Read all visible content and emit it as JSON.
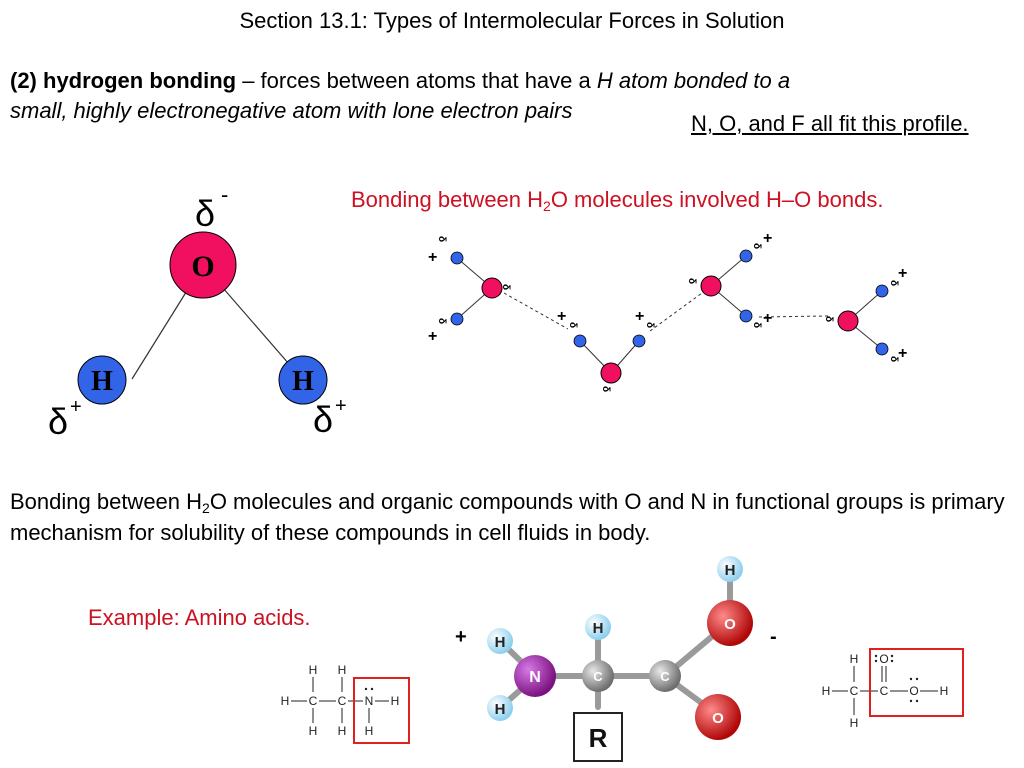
{
  "slide": {
    "title": "Section 13.1: Types of Intermolecular Forces in Solution",
    "definition": {
      "number": "(2) hydrogen bonding",
      "text": " – forces between atoms that have a ",
      "italic_line1": "H atom bonded to a",
      "italic_line2": "small, highly electronegative atom with lone electron pairs"
    },
    "profile_note": "N, O, and F all fit this profile.",
    "h2o_caption": {
      "pre": "Bonding between H",
      "sub": "2",
      "post": "O molecules involved H–O bonds."
    },
    "water_molecule": {
      "delta_minus": "δ",
      "minus_sign": "-",
      "delta_plus": "δ",
      "plus_sign": "+",
      "oxygen_label": "O",
      "hydrogen_label": "H"
    },
    "network": {
      "plus": "+",
      "delta": "δ"
    },
    "solubility": {
      "pre": "Bonding between H",
      "sub": "2",
      "post": "O molecules and organic compounds with O and N in functional groups is primary mechanism for solubility of these compounds in cell fluids in body."
    },
    "example": "Example: Amino acids.",
    "amino_acid": {
      "plus": "+",
      "minus": "-",
      "h": "H",
      "n": "N",
      "c": "C",
      "o": "O",
      "r": "R",
      "lewis_h": "H",
      "lewis_c": "C",
      "lewis_n": "N",
      "lewis_o": "O"
    },
    "colors": {
      "accent_red": "#cc1122",
      "oxygen_pink": "#f0105f",
      "hydrogen_blue": "#3264e8",
      "nitrogen_purple": "#8a1f9a",
      "carbon_gray": "#8c8c8c",
      "oxygen_red": "#d41414",
      "hydrogen_light": "#aee0f5",
      "box_red": "#e0201e"
    }
  }
}
